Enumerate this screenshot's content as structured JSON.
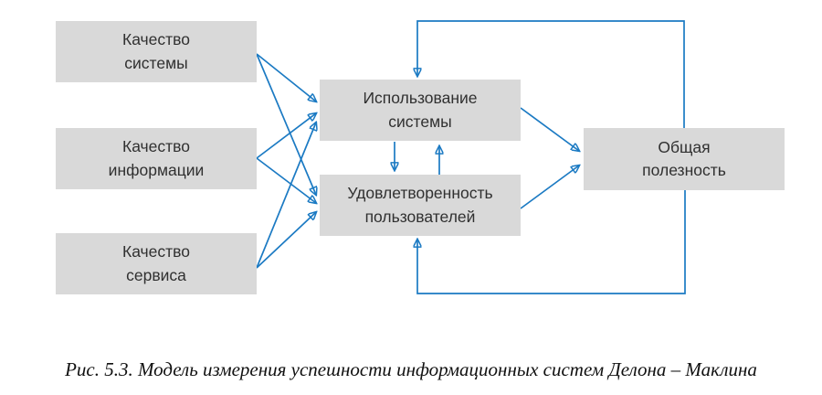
{
  "colors": {
    "arrow": "#1b7ac3",
    "box_bg": "#d9d9d9",
    "box_text": "#303030",
    "caption_text": "#111111",
    "page_bg": "#ffffff"
  },
  "diagram": {
    "nodes": {
      "system_quality": {
        "label": "Качество\nсистемы"
      },
      "information_quality": {
        "label": "Качество\nинформации"
      },
      "service_quality": {
        "label": "Качество\nсервиса"
      },
      "system_use": {
        "label": "Использование\nсистемы"
      },
      "user_satisfaction": {
        "label": "Удовлетворенность\nпользователей"
      },
      "net_benefits": {
        "label": "Общая\nполезность"
      }
    },
    "edges": [
      {
        "from": "system_quality",
        "to": "system_use"
      },
      {
        "from": "system_quality",
        "to": "user_satisfaction"
      },
      {
        "from": "information_quality",
        "to": "system_use"
      },
      {
        "from": "information_quality",
        "to": "user_satisfaction"
      },
      {
        "from": "service_quality",
        "to": "system_use"
      },
      {
        "from": "service_quality",
        "to": "user_satisfaction"
      },
      {
        "from": "system_use",
        "to": "user_satisfaction"
      },
      {
        "from": "user_satisfaction",
        "to": "system_use"
      },
      {
        "from": "system_use",
        "to": "net_benefits"
      },
      {
        "from": "user_satisfaction",
        "to": "net_benefits"
      },
      {
        "from": "net_benefits",
        "to": "system_use",
        "type": "feedback-loop-top"
      },
      {
        "from": "net_benefits",
        "to": "user_satisfaction",
        "type": "feedback-loop-bottom"
      }
    ]
  },
  "caption": {
    "text": "Рис. 5.3. Модель измерения успешности информационных систем Делона – Маклина"
  }
}
